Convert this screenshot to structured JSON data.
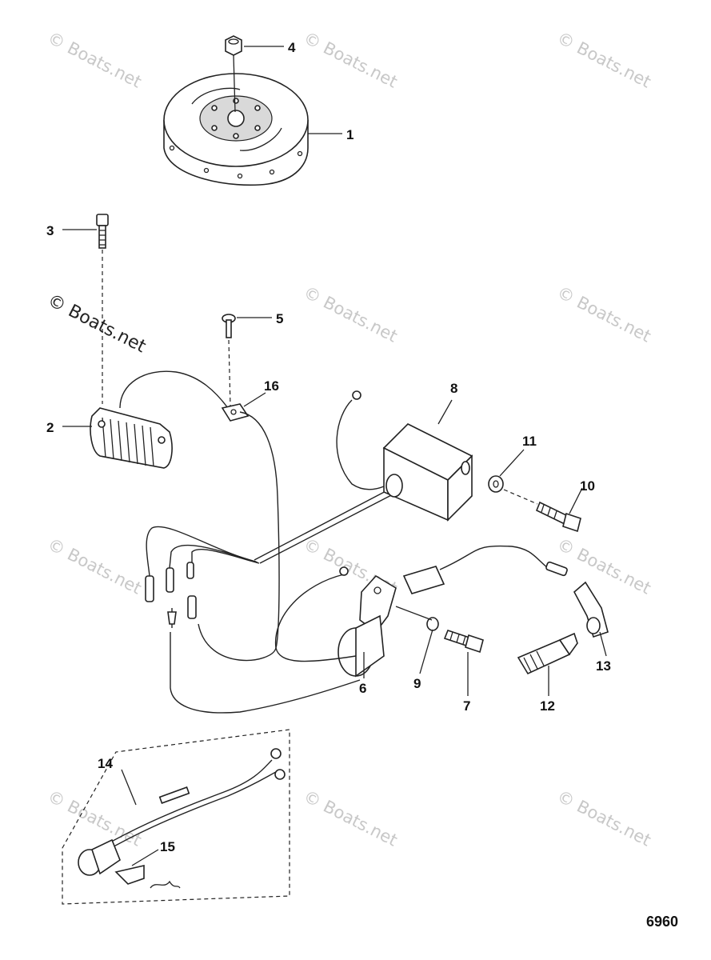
{
  "callouts": [
    "1",
    "2",
    "3",
    "4",
    "5",
    "6",
    "7",
    "8",
    "9",
    "10",
    "11",
    "12",
    "13",
    "14",
    "15",
    "16"
  ],
  "figure_number": "6960",
  "watermark": "© Boats.net",
  "watermark_prominent": "© Boats.net"
}
